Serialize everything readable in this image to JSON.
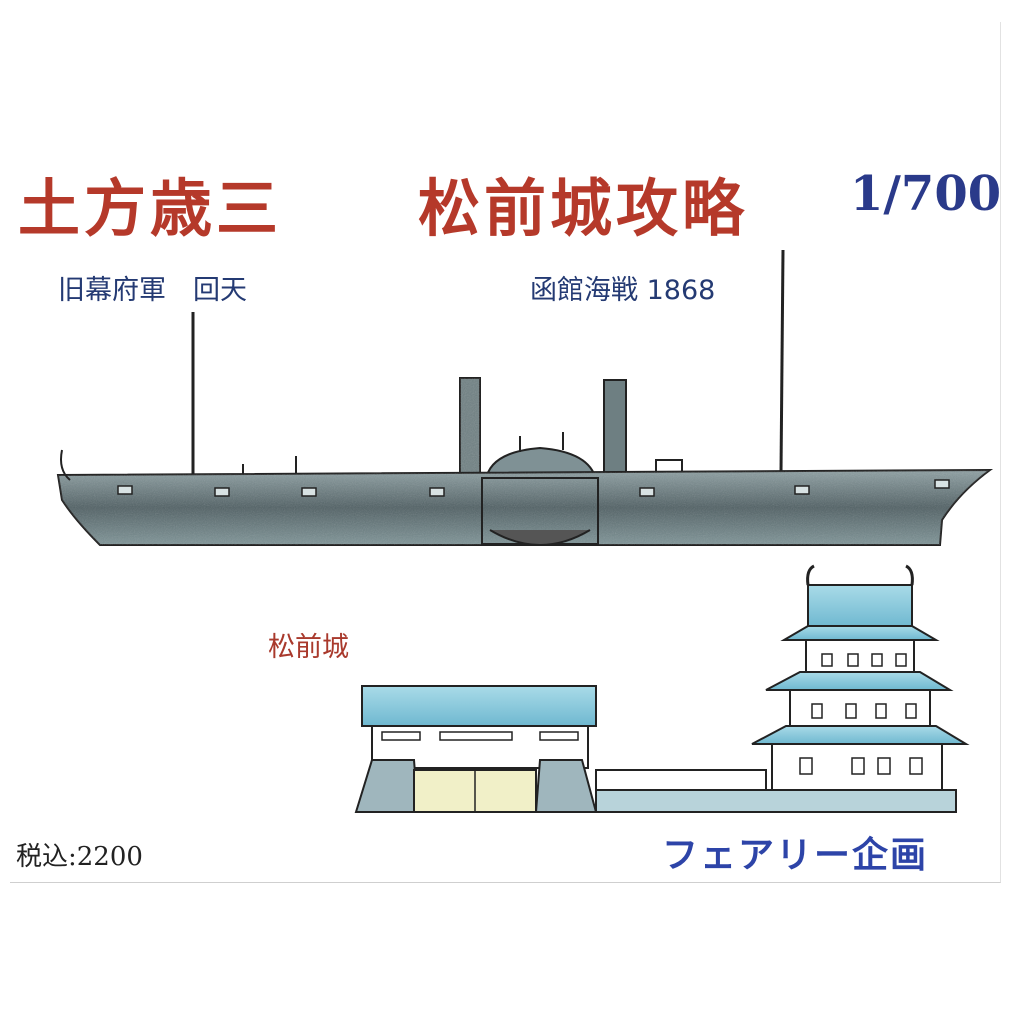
{
  "title": {
    "left": "土方歳三",
    "right": "松前城攻略",
    "scale": "1/700"
  },
  "subtitles": {
    "left": "旧幕府軍　回天",
    "right": "函館海戦 1868"
  },
  "castle_label": "松前城",
  "price": "税込:2200",
  "maker": "フェアリー企画",
  "colors": {
    "title": "#b5392a",
    "subtitle": "#243a73",
    "maker": "#2d44a8",
    "hull": "#5e6f72",
    "roof": "#8ecfe0"
  },
  "illustrations": [
    "ship-kaiten-drawing",
    "matsumae-castle-drawing"
  ]
}
